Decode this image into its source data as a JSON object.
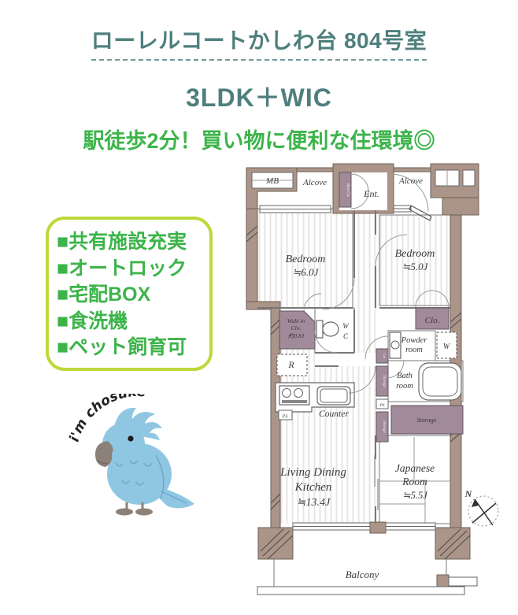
{
  "header": {
    "title": "ローレルコートかしわ台  804号室",
    "layout": "3LDK＋WIC",
    "catchcopy": "駅徒歩2分！買い物に便利な住環境◎"
  },
  "features": {
    "items": [
      "■共有施設充実",
      "■オートロック",
      "■宅配BOX",
      "■食洗機",
      "■ペット飼育可"
    ]
  },
  "mascot": {
    "caption": "i'm chosuke"
  },
  "floorplan": {
    "labels": {
      "mb": "MB",
      "alcove_left": "Alcove",
      "alcove_right": "Alcove",
      "ent": "Ent.",
      "shoe": "Shoe Cls",
      "b1_name": "Bedroom",
      "b1_size": "≒6.0J",
      "b2_name": "Bedroom",
      "b2_size": "≒5.0J",
      "wic1": "Walk in",
      "wic2": "Clo.",
      "wic3": "約0.8J",
      "r": "R",
      "wc_w": "W",
      "wc_c": "C",
      "clo": "Clo.",
      "powder1": "Powder",
      "powder2": "room",
      "w": "W",
      "bath1": "Bath",
      "bath2": "room",
      "lin": "Lin",
      "storage_v1": "Storage",
      "ps1": "PS",
      "storage_v2": "Storage",
      "storage_h": "Storage",
      "ps2": "PS",
      "counter": "Counter",
      "ldk1": "Living Dining",
      "ldk2": "Kitchen",
      "ldk3": "≒13.4J",
      "jp1": "Japanese",
      "jp2": "Room",
      "jp3": "≒5.5J",
      "balcony": "Balcony",
      "north": "N"
    }
  },
  "colors": {
    "title_teal": "#4e7f7d",
    "catch_green": "#3cb44a",
    "frame_lime": "#bcd93a",
    "wall_taupe": "#ab9488",
    "closet_purple": "#a18a99",
    "mascot_blue": "#8fc7e3"
  }
}
